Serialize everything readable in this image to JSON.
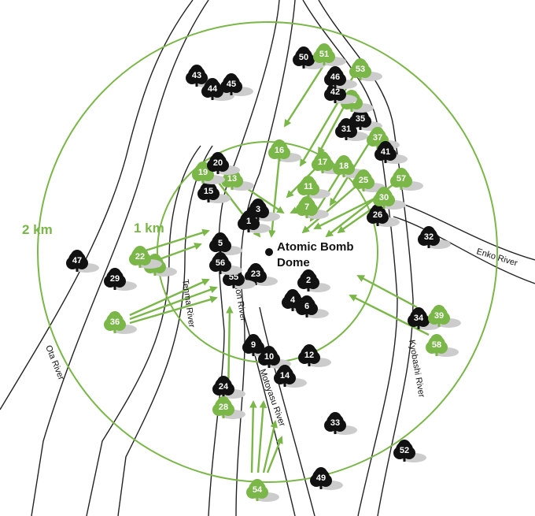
{
  "labels": {
    "dome_line1": "Atomic Bomb",
    "dome_line2": "Dome",
    "ring_1km": "1 km",
    "ring_2km": "2 km"
  },
  "rivers": {
    "ota": "Ota River",
    "tenma": "Tenma River",
    "hon": "Hon River",
    "motoyasu": "Motoyasu River",
    "kyobashi": "Kyobashi River",
    "enko": "Enko River"
  },
  "colors": {
    "green": "#7ab648",
    "black": "#111111",
    "shadow": "#cccccc"
  },
  "trees": [
    {
      "num": "1",
      "color": "black"
    },
    {
      "num": "2",
      "color": "black"
    },
    {
      "num": "3",
      "color": "black"
    },
    {
      "num": "4",
      "color": "black"
    },
    {
      "num": "5",
      "color": "black"
    },
    {
      "num": "6",
      "color": "black"
    },
    {
      "num": "7",
      "color": "green"
    },
    {
      "num": "9",
      "color": "black"
    },
    {
      "num": "10",
      "color": "black"
    },
    {
      "num": "11",
      "color": "green"
    },
    {
      "num": "12",
      "color": "black"
    },
    {
      "num": "13",
      "color": "green"
    },
    {
      "num": "14",
      "color": "black"
    },
    {
      "num": "15",
      "color": "black"
    },
    {
      "num": "16",
      "color": "green"
    },
    {
      "num": "17",
      "color": "green"
    },
    {
      "num": "18",
      "color": "green"
    },
    {
      "num": "19",
      "color": "green"
    },
    {
      "num": "20",
      "color": "black"
    },
    {
      "num": "21",
      "color": "green"
    },
    {
      "num": "22",
      "color": "green"
    },
    {
      "num": "23",
      "color": "black"
    },
    {
      "num": "24",
      "color": "black"
    },
    {
      "num": "25",
      "color": "green"
    },
    {
      "num": "26",
      "color": "black"
    },
    {
      "num": "28",
      "color": "green"
    },
    {
      "num": "29",
      "color": "black"
    },
    {
      "num": "30",
      "color": "green"
    },
    {
      "num": "31",
      "color": "black"
    },
    {
      "num": "32",
      "color": "black"
    },
    {
      "num": "33",
      "color": "black"
    },
    {
      "num": "34",
      "color": "black"
    },
    {
      "num": "35",
      "color": "black"
    },
    {
      "num": "36",
      "color": "green"
    },
    {
      "num": "37",
      "color": "green"
    },
    {
      "num": "39",
      "color": "green"
    },
    {
      "num": "40",
      "color": "green"
    },
    {
      "num": "41",
      "color": "black"
    },
    {
      "num": "42",
      "color": "black"
    },
    {
      "num": "43",
      "color": "black"
    },
    {
      "num": "44",
      "color": "black"
    },
    {
      "num": "45",
      "color": "black"
    },
    {
      "num": "46",
      "color": "black"
    },
    {
      "num": "47",
      "color": "black"
    },
    {
      "num": "49",
      "color": "black"
    },
    {
      "num": "50",
      "color": "black"
    },
    {
      "num": "51",
      "color": "green"
    },
    {
      "num": "52",
      "color": "black"
    },
    {
      "num": "53",
      "color": "green"
    },
    {
      "num": "54",
      "color": "green"
    },
    {
      "num": "55",
      "color": "black"
    },
    {
      "num": "56",
      "color": "black"
    },
    {
      "num": "57",
      "color": "green"
    },
    {
      "num": "58",
      "color": "green"
    }
  ]
}
